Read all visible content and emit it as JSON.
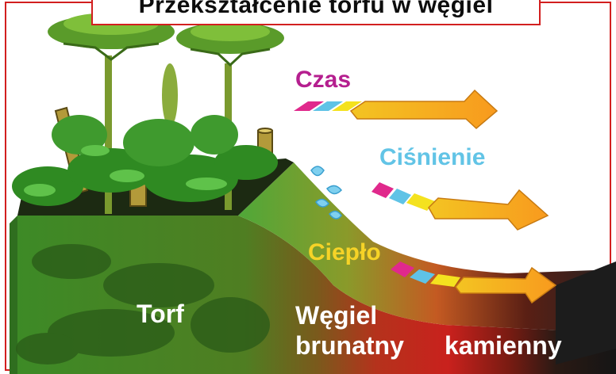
{
  "title": "Przekształcenie torfu w węgiel",
  "arrows": [
    {
      "label": "Czas",
      "color": "#b51f8f"
    },
    {
      "label": "Ciśnienie",
      "color": "#62c4e6"
    },
    {
      "label": "Ciepło",
      "color": "#f6d327"
    }
  ],
  "layers": {
    "peat": "Torf",
    "lignite_line1": "Węgiel",
    "lignite_line2": "brunatny",
    "hard_coal": "kamienny"
  },
  "colors": {
    "frame": "#d21f1f",
    "arrow_magenta": "#e0298c",
    "arrow_cyan": "#5fc3e6",
    "arrow_yellow": "#f4e21f",
    "arrow_orange": "#f7a823",
    "peat_green": "#3f8a2a",
    "lignite_brown": "#8a3d1e",
    "hard_coal_black": "#1a1a1a"
  }
}
